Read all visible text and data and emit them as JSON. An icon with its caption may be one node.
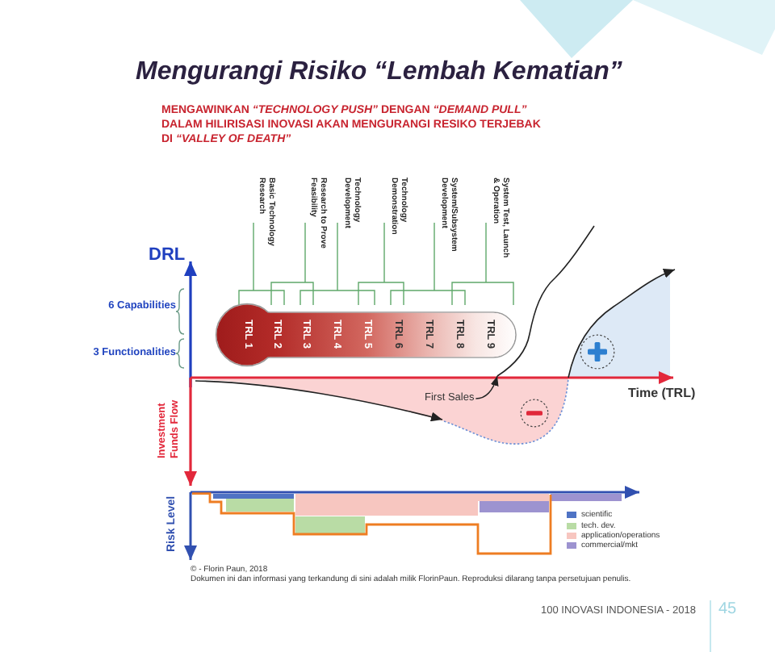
{
  "diagram": {
    "title": "Mengurangi Risiko “Lembah Kematian”",
    "nodes": [
      {
        "text": [
          "TRL 1",
          "TRL 2",
          "TRL 3",
          "TRL 4",
          "TRL 5",
          "TRL 6",
          "TRL 7",
          "TRL 8",
          "TRL 9"
        ]
      },
      {
        "text": [
          "First Sales"
        ]
      },
      {
        "text": [],
        "shape": "curve"
      }
    ],
    "edges": [
      {
        "from": 1,
        "to": 2,
        "arrow": "to"
      }
    ],
    "labels": [
      "MENGAWINKAN *“TECHNOLOGY PUSH”* DENGAN *“DEMAND PULL”* DALAM HILIRISASI INOVASI AKAN MENGURANGI RESIKO TERJEBAK DI *“VALLEY OF DEATH”*",
      "Basic Technology Research",
      "Research to Prove Feasibility",
      "Technology Development",
      "Technology Demonstration",
      "System/Subsystem Development",
      "System Test, Launch & Operation",
      "DRL",
      "6 Capabilities",
      "3 Functionalities",
      "Investment Funds Flow",
      "Time (TRL)",
      "Risk Level",
      "© - Florin Paun, 2018",
      "Dokumen ini dan informasi yang terkandung di sini adalah milik FlorinPaun. Reproduksi dilarang tanpa persetujuan penulis.",
      "100 INOVASI INDONESIA - 2018",
      "45"
    ],
    "legend": [
      {
        "text": "scientific",
        "color": "#4f73c4"
      },
      {
        "text": "tech. dev.",
        "color": "#b9dca5"
      },
      {
        "text": "application/operations",
        "color": "#f7c6c0"
      },
      {
        "text": "commercial/mkt",
        "color": "#9d93d0"
      }
    ]
  }
}
